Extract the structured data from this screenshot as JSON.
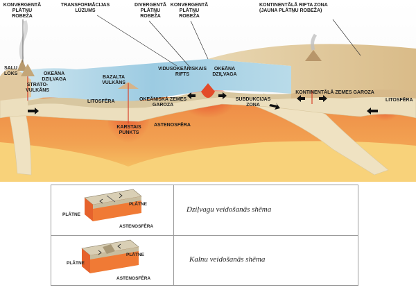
{
  "diagram": {
    "labels": {
      "konvergenta_1": [
        "KONVERGENTĀ",
        "PLĀTŅU",
        "ROBEŽA"
      ],
      "transformacijas": [
        "TRANSFORMĀCIJAS",
        "LŪZUMS"
      ],
      "divergenta": [
        "DIVERGENTĀ",
        "PLĀTŅU",
        "ROBEŽA"
      ],
      "konvergenta_2": [
        "KONVERGENTĀ",
        "PLĀTŅU",
        "ROBEŽA"
      ],
      "kontinentala_rifta": [
        "KONTINENTĀLĀ RIFTA ZONA",
        "(JAUNA PLĀTŅU ROBEŽA)"
      ],
      "salu_loks": [
        "SALU",
        "LOKS"
      ],
      "okeana_dzilvaga_1": [
        "OKEĀNA",
        "DZIĻVAGA"
      ],
      "strato": [
        "STRATO-",
        "VULKĀNS"
      ],
      "bazalta": [
        "BAZALTA",
        "VULKĀNS"
      ],
      "vidusokeana": [
        "VIDUSOKEĀNISKAIS",
        "RIFTS"
      ],
      "okeana_dzilvaga_2": [
        "OKEĀNA",
        "DZIĻVAGA"
      ],
      "kontinentala_garoza": [
        "KONTINENTĀLĀ ZEMES GAROZA"
      ],
      "litosfera_1": [
        "LITOSFĒRA"
      ],
      "okeaniska_garoza": [
        "OKEĀNISKĀ ZEMES",
        "GAROZA"
      ],
      "subdukcijas": [
        "SUBDUKCIJAS",
        "ZONA"
      ],
      "litosfera_2": [
        "LITOSFĒRA"
      ],
      "astenosfera": [
        "ASTENOSFĒRA"
      ],
      "karstais": [
        "KARSTAIS",
        "PUNKTS"
      ]
    }
  },
  "legend": {
    "row1": {
      "text": "Dziļvagu veidošanās shēma",
      "platne_right": "PLĀTNE",
      "platne_left": "PLĀTNE",
      "astenosfera": "ASTENOSFĒRA"
    },
    "row2": {
      "text": "Kalnu veidošanās shēma",
      "platne_right": "PLĀTNE",
      "platne_left": "PLĀTNE",
      "astenosfera": "ASTENOSFĒRA"
    }
  },
  "colors": {
    "ocean": "#a8cfe3",
    "land": "#e4cfa8",
    "lithosphere": "#e8dcbc",
    "asthenosphere": "#ec8a3c",
    "deep_mantle": "#f6c35a",
    "magma": "#e34b2a"
  }
}
